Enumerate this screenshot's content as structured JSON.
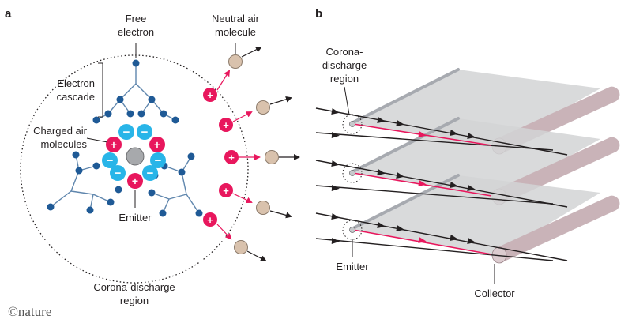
{
  "panel_a": {
    "letter": "a",
    "free_electron": [
      "Free",
      "electron"
    ],
    "neutral_air_molecule": [
      "Neutral air",
      "molecule"
    ],
    "electron_cascade": [
      "Electron",
      "cascade"
    ],
    "charged_air_molecules": [
      "Charged air",
      "molecules"
    ],
    "emitter": "Emitter",
    "corona_region": [
      "Corona-discharge",
      "region"
    ],
    "plus_sign": "+",
    "minus_sign": "−"
  },
  "panel_b": {
    "letter": "b",
    "corona_region": [
      "Corona-",
      "discharge",
      "region"
    ],
    "emitter": "Emitter",
    "collector": "Collector"
  },
  "credit": "©nature",
  "colors": {
    "electron": "#1f5a96",
    "negative_ion": "#29b5e8",
    "positive_ion": "#e8175d",
    "neutral_molecule": "#d9c2ad",
    "collector": "#c9b3b8",
    "sheet": "#cfd0d2",
    "emitter_wire": "#9ea4ab",
    "ion_path": "#e8175d"
  }
}
